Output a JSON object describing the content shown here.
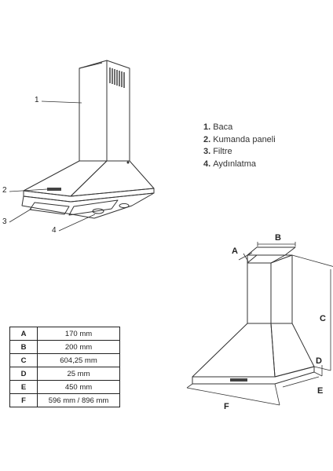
{
  "callouts": [
    "1",
    "2",
    "3",
    "4"
  ],
  "legend": [
    {
      "num": "1.",
      "text": "Baca"
    },
    {
      "num": "2.",
      "text": "Kumanda paneli"
    },
    {
      "num": "3.",
      "text": "Filtre"
    },
    {
      "num": "4.",
      "text": "Aydınlatma"
    }
  ],
  "dim_letters": [
    "A",
    "B",
    "C",
    "D",
    "E",
    "F"
  ],
  "dimensions": [
    {
      "key": "A",
      "value": "170 mm"
    },
    {
      "key": "B",
      "value": "200 mm"
    },
    {
      "key": "C",
      "value": "604,25 mm"
    },
    {
      "key": "D",
      "value": "25 mm"
    },
    {
      "key": "E",
      "value": "450 mm"
    },
    {
      "key": "F",
      "value": "596 mm / 896 mm"
    }
  ],
  "colors": {
    "line": "#333333",
    "text": "#222222"
  }
}
